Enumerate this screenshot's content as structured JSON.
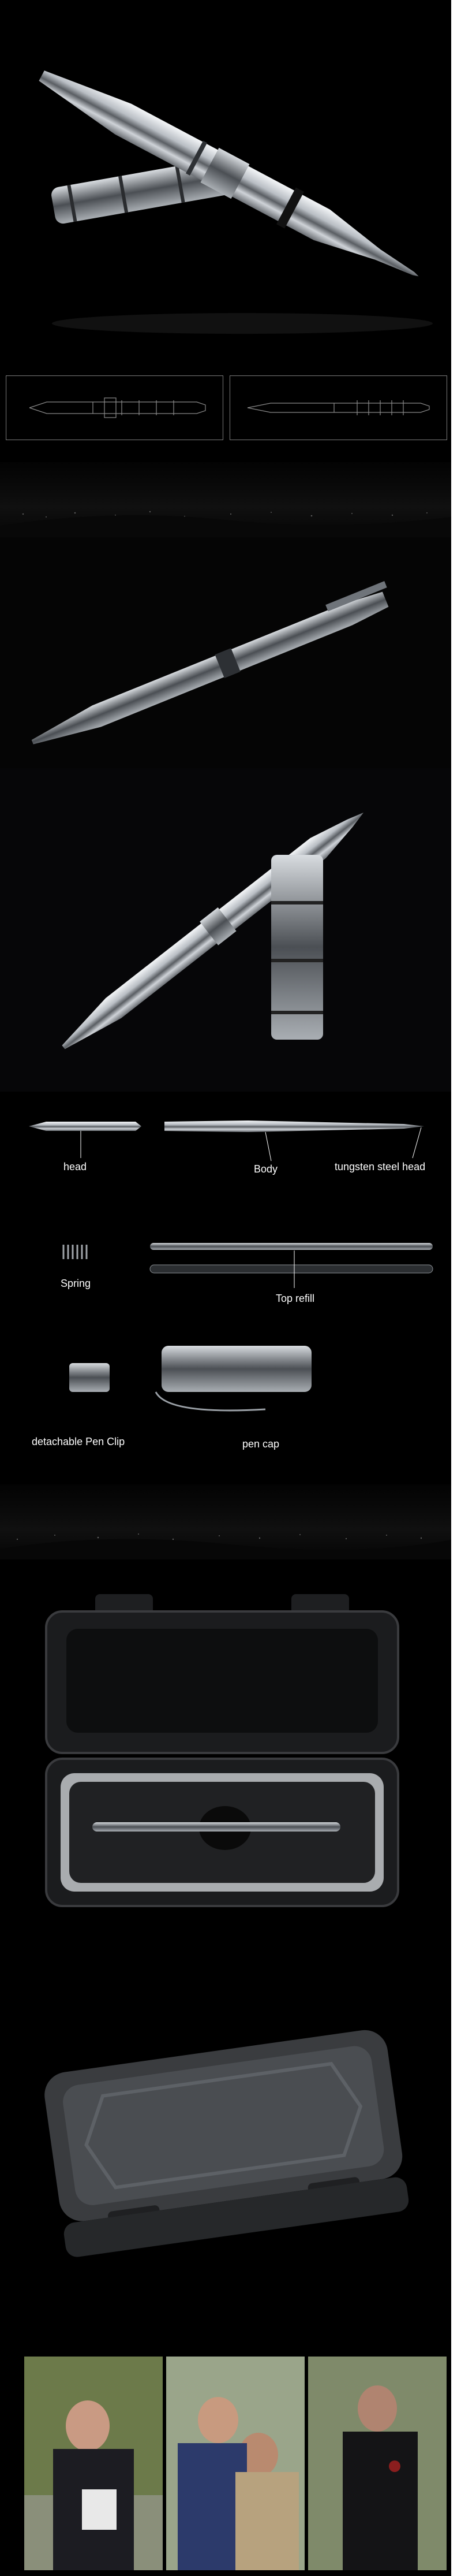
{
  "colors": {
    "background": "#000000",
    "metal_light": "#e9ecef",
    "metal_mid": "#9aa0a6",
    "metal_dark": "#3b3e42",
    "label_text": "#ffffff",
    "sketch_line": "#8a8a8a"
  },
  "parts": {
    "head": "head",
    "body": "Body",
    "tungsten_head": "tungsten steel head",
    "spring": "Spring",
    "top_refill": "Top refill",
    "pen_clip": "detachable Pen Clip",
    "pen_cap": "pen cap"
  },
  "icons": {
    "hero": "tactical-pen-photo",
    "sketch_left": "pen-side-drawing",
    "sketch_right": "pen-side-drawing",
    "case_open": "open-hard-case-photo",
    "case_closed": "closed-hard-case-photo",
    "usage": "self-defense-usage-photo"
  }
}
